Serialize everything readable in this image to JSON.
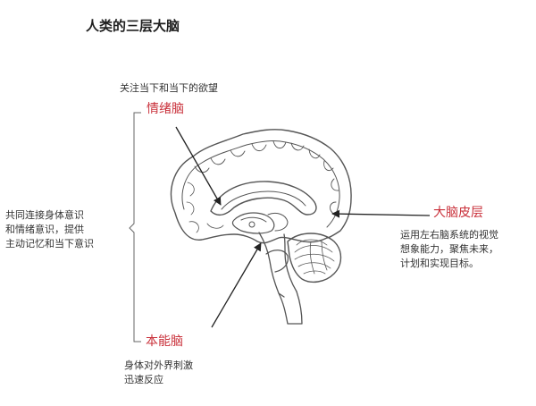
{
  "title": "人类的三层大脑",
  "accent_color": "#c9303a",
  "emotional_brain": {
    "label": "情绪脑",
    "note": "关注当下和当下的欲望"
  },
  "left_note": "共同连接身体意识\n和情绪意识，提供\n主动记忆和当下意识",
  "cortex": {
    "label": "大脑皮层",
    "note": "运用左右脑系统的视觉\n想象能力，聚焦未来，\n计划和实现目标。"
  },
  "instinct_brain": {
    "label": "本能脑",
    "note": "身体对外界刺激\n迅速反应"
  }
}
